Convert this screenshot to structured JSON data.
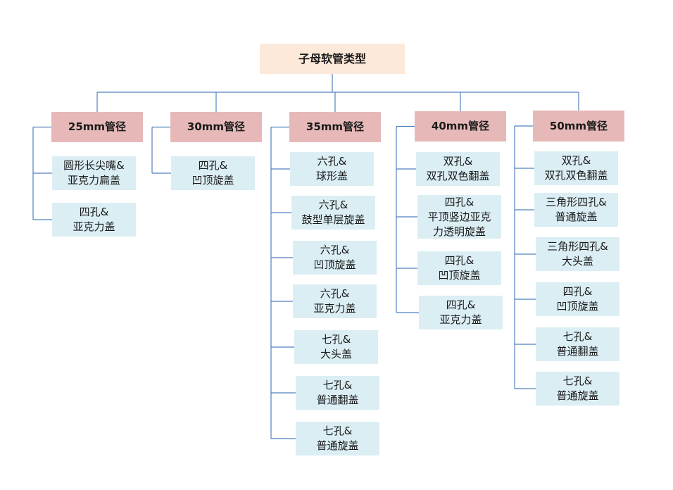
{
  "root": "子母软管类型",
  "categories": [
    {
      "label": "25mm管径",
      "items": [
        [
          "圆形长尖嘴&",
          "亚克力扁盖"
        ],
        [
          "四孔&",
          "亚克力盖"
        ]
      ]
    },
    {
      "label": "30mm管径",
      "items": [
        [
          "四孔&",
          "凹顶旋盖"
        ]
      ]
    },
    {
      "label": "35mm管径",
      "items": [
        [
          "六孔&",
          "球形盖"
        ],
        [
          "六孔&",
          "鼓型单层旋盖"
        ],
        [
          "六孔&",
          "凹顶旋盖"
        ],
        [
          "六孔&",
          "亚克力盖"
        ],
        [
          "七孔&",
          "大头盖"
        ],
        [
          "七孔&",
          "普通翻盖"
        ],
        [
          "七孔&",
          "普通旋盖"
        ]
      ]
    },
    {
      "label": "40mm管径",
      "items": [
        [
          "双孔&",
          "双孔双色翻盖"
        ],
        [
          "四孔&",
          "平顶竖边亚克",
          "力透明旋盖"
        ],
        [
          "四孔&",
          "凹顶旋盖"
        ],
        [
          "四孔&",
          "亚克力盖"
        ]
      ]
    },
    {
      "label": "50mm管径",
      "items": [
        [
          "双孔&",
          "双孔双色翻盖"
        ],
        [
          "三角形四孔&",
          "普通旋盖"
        ],
        [
          "三角形四孔&",
          "大头盖"
        ],
        [
          "四孔&",
          "凹顶旋盖"
        ],
        [
          "七孔&",
          "普通翻盖"
        ],
        [
          "七孔&",
          "普通旋盖"
        ]
      ]
    }
  ],
  "colors": {
    "root_fill": "#fde9d9",
    "category_fill": "#e6b9b8",
    "leaf_fill": "#dbeef4",
    "connector": "#4f81bd"
  }
}
